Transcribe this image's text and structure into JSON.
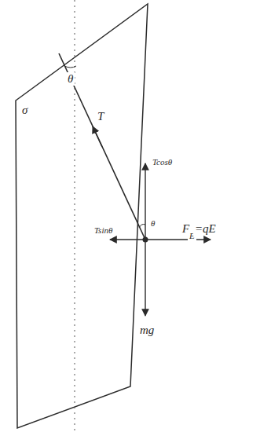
{
  "diagram": {
    "labels": [
      "σ",
      "θ",
      "T",
      "Tcosθ",
      "Tsinθ",
      "F",
      "E",
      "=qE",
      "mg",
      "θ"
    ]
  }
}
